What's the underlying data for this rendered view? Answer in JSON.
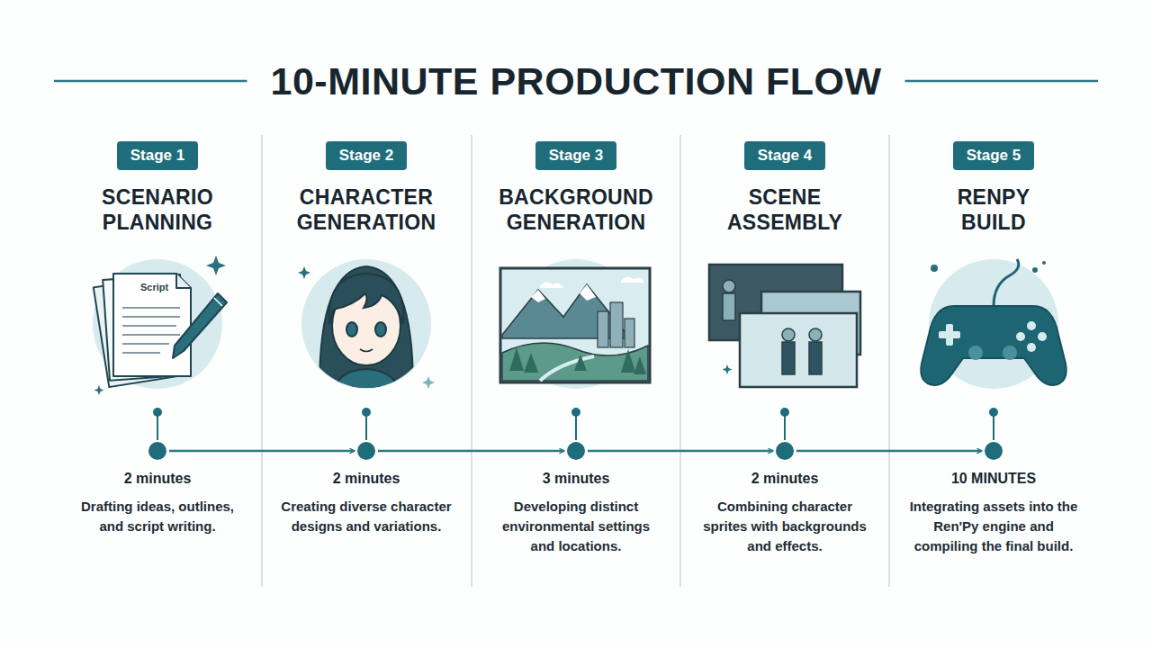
{
  "diagram": {
    "title": "10-MINUTE PRODUCTION FLOW",
    "nodes": [
      {
        "text": [
          "Stage 1",
          "SCENARIO PLANNING",
          "2 minutes",
          "Drafting ideas, outlines, and script writing."
        ]
      },
      {
        "text": [
          "Stage 2",
          "CHARACTER GENERATION",
          "2 minutes",
          "Creating diverse character designs and variations."
        ]
      },
      {
        "text": [
          "Stage 3",
          "BACKGROUND GENERATION",
          "3 minutes",
          "Developing distinct environmental settings and locations."
        ]
      },
      {
        "text": [
          "Stage 4",
          "SCENE ASSEMBLY",
          "2 minutes",
          "Combining character sprites with backgrounds and effects."
        ]
      },
      {
        "text": [
          "Stage 5",
          "RENPY BUILD",
          "10 MINUTES",
          "Integrating assets into the Ren'Py engine and compiling the final build."
        ]
      }
    ],
    "edges": [
      {
        "from": 0,
        "to": 1,
        "arrow": "to"
      },
      {
        "from": 1,
        "to": 2,
        "arrow": "to"
      },
      {
        "from": 2,
        "to": 3,
        "arrow": "to"
      },
      {
        "from": 3,
        "to": 4,
        "arrow": "to"
      }
    ],
    "labels": [
      "Script"
    ]
  }
}
